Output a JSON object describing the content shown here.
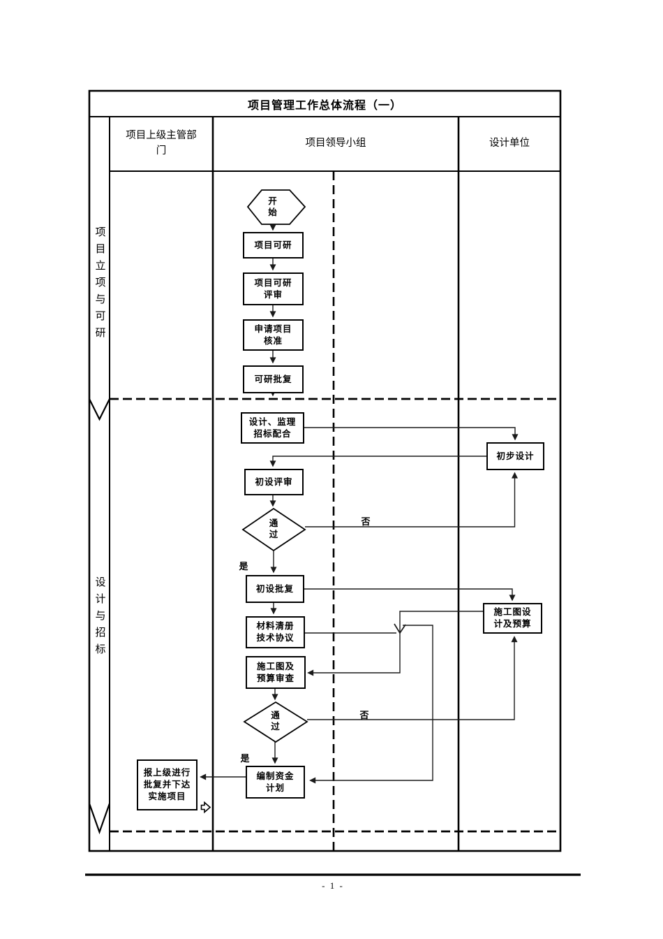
{
  "title": "项目管理工作总体流程（一）",
  "header": {
    "supervisor": "项目上级主管部\n门",
    "leader_group": "项目领导小组",
    "design_unit": "设计单位"
  },
  "stages": {
    "stage1": "项目立项与可研",
    "stage2": "设计与招标"
  },
  "nodes": {
    "start": "开\n始",
    "feasibility": "项目可研",
    "feasibility_review": "项目可研\n评审",
    "apply_approval": "申请项目\n核准",
    "feasibility_reply": "可研批复",
    "bid_coordination": "设计、监理\n招标配合",
    "preliminary_design": "初步设计",
    "prelim_review": "初设评审",
    "pass1": "通\n过",
    "prelim_reply": "初设批复",
    "material_list": "材料清册\n技术协议",
    "construction_design": "施工图设\n计及预算",
    "drawing_budget_review": "施工图及\n预算审查",
    "pass2": "通\n过",
    "fund_plan": "编制资金\n计划",
    "report_superior": "报上级进行\n批复并下达\n实施项目"
  },
  "branch_labels": {
    "no1": "否",
    "yes1": "是",
    "no2": "否",
    "yes2": "是"
  },
  "footer": {
    "page_number": "- 1 -"
  },
  "colors": {
    "line": "#000000",
    "connector": "#1a1a1a",
    "background": "#ffffff"
  }
}
